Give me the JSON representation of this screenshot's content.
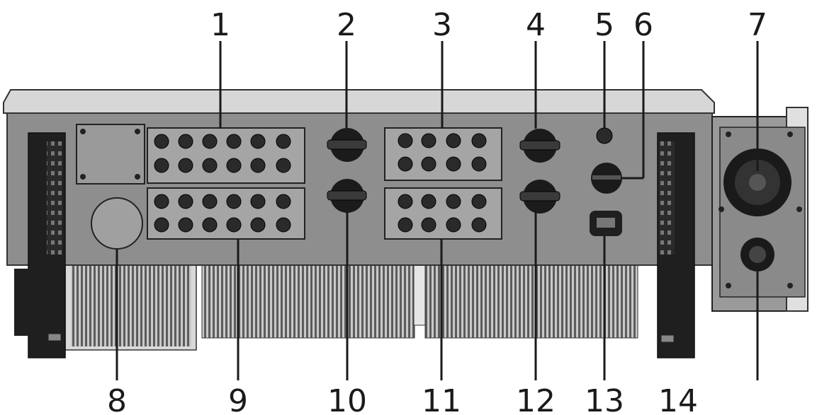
{
  "callouts_top": [
    "1",
    "2",
    "3",
    "4",
    "5",
    "6",
    "7"
  ],
  "callouts_bottom": [
    "8",
    "9",
    "10",
    "11",
    "12",
    "13",
    "14"
  ],
  "colors": {
    "body": "#8c8c8c",
    "lid": "#d6d6d6",
    "panel": "#a9a9a9",
    "dark": "#222222",
    "fins": "#6e6e6e",
    "outline": "#333333",
    "text": "#1a1a1a"
  }
}
